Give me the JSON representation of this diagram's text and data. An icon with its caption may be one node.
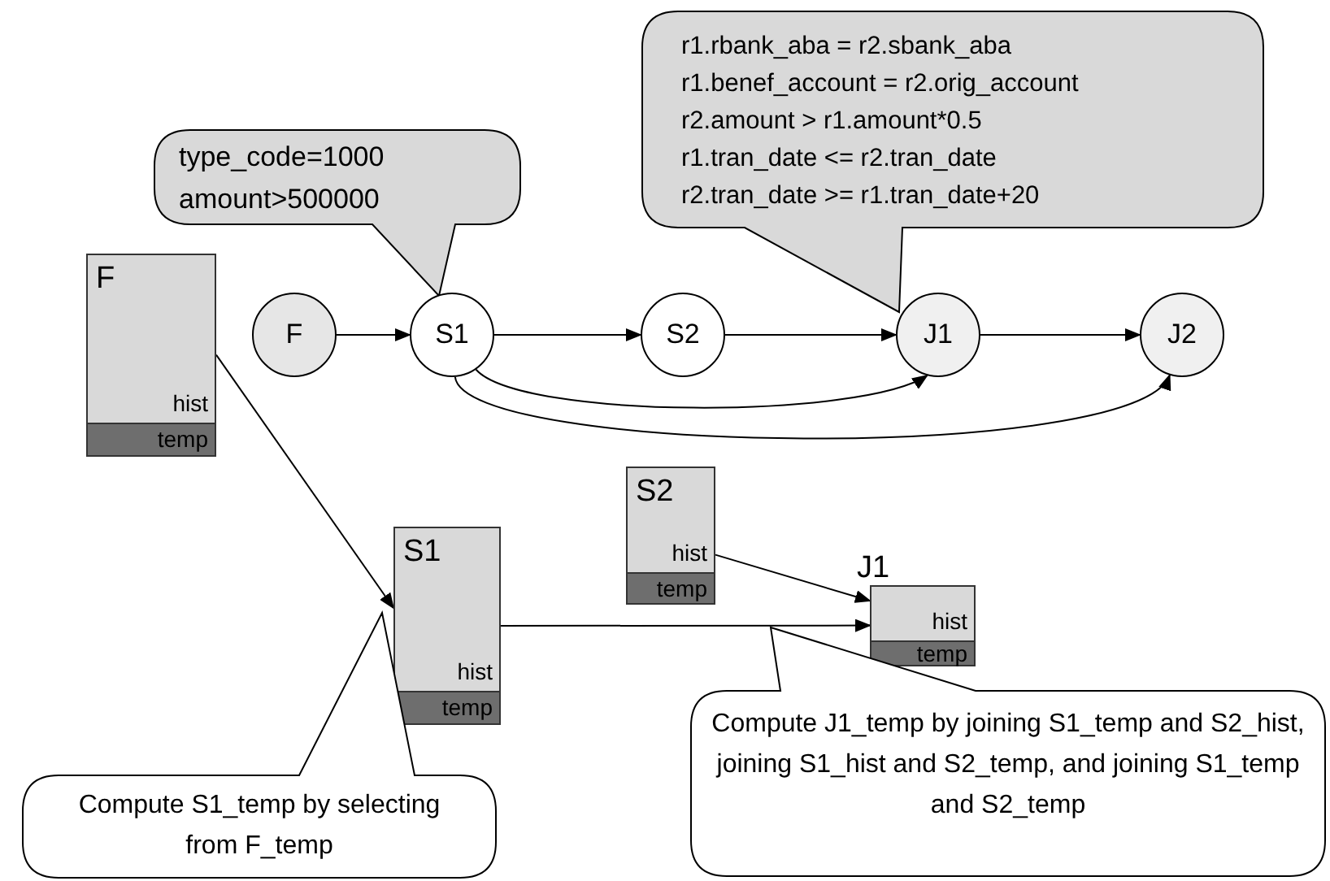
{
  "diagram": {
    "nodes": [
      {
        "text": [
          "type_code=1000",
          "amount>500000"
        ]
      },
      {
        "text": [
          "r1.rbank_aba = r2.sbank_aba",
          "r1.benef_account = r2.orig_account",
          "r2.amount > r1.amount*0.5",
          "r1.tran_date <= r2.tran_date",
          "r2.tran_date >= r1.tran_date+20"
        ]
      },
      {
        "text": [
          "F"
        ]
      },
      {
        "text": [
          "S1"
        ]
      },
      {
        "text": [
          "S2"
        ]
      },
      {
        "text": [
          "J1"
        ]
      },
      {
        "text": [
          "J2"
        ]
      },
      {
        "text": [
          "F",
          "hist",
          "temp"
        ]
      },
      {
        "text": [
          "S1",
          "hist",
          "temp"
        ]
      },
      {
        "text": [
          "S2",
          "hist",
          "temp"
        ]
      },
      {
        "text": [
          "J1",
          "hist",
          "temp"
        ]
      },
      {
        "text": [
          "Compute S1_temp by selecting from F_temp"
        ]
      },
      {
        "text": [
          "Compute J1_temp by joining S1_temp and S2_hist, joining S1_hist and S2_temp, and joining S1_temp and S2_temp"
        ]
      }
    ],
    "edges": [
      {
        "from": 2,
        "to": 3,
        "arrow": "to"
      },
      {
        "from": 3,
        "to": 4,
        "arrow": "to"
      },
      {
        "from": 4,
        "to": 5,
        "arrow": "to"
      },
      {
        "from": 5,
        "to": 6,
        "arrow": "to"
      },
      {
        "from": 3,
        "to": 5,
        "arrow": "to"
      },
      {
        "from": 3,
        "to": 6,
        "arrow": "to"
      },
      {
        "from": 7,
        "to": 8,
        "arrow": "to"
      },
      {
        "from": 8,
        "to": 10,
        "arrow": "to"
      },
      {
        "from": 9,
        "to": 10,
        "arrow": "to"
      }
    ]
  }
}
